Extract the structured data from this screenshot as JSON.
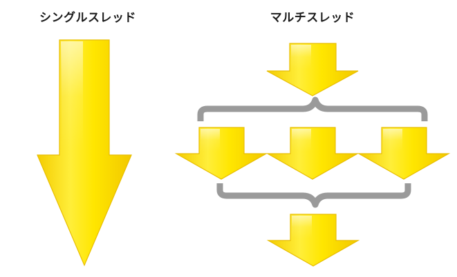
{
  "labels": {
    "single_thread": "シングルスレッド",
    "multi_thread": "マルチスレッド"
  },
  "colors": {
    "arrow_light": "#fff9a8",
    "arrow_main": "#ffe600",
    "arrow_dark": "#f0c400",
    "brace": "#9a9a9a"
  },
  "diagram": {
    "single_thread_arrows": 1,
    "multi_thread_input_arrows": 1,
    "multi_thread_parallel_arrows": 3,
    "multi_thread_output_arrows": 1
  }
}
